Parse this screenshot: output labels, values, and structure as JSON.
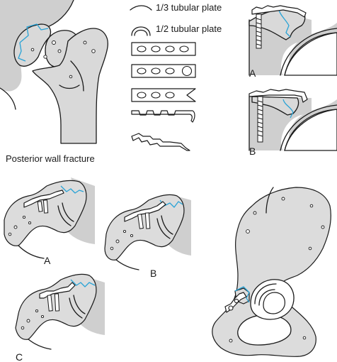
{
  "labels": {
    "third_tubular": "1/3 tubular plate",
    "half_tubular": "1/2 tubular plate",
    "posterior_wall": "Posterior wall fracture",
    "panel_a_right": "A",
    "panel_b_right": "B",
    "panel_a_bottom": "A",
    "panel_b_bottom": "B",
    "panel_c_bottom": "C"
  },
  "colors": {
    "fracture_line": "#29a3d6",
    "bone_fill": "#d9d9d9",
    "outline": "#1a1a1a"
  }
}
